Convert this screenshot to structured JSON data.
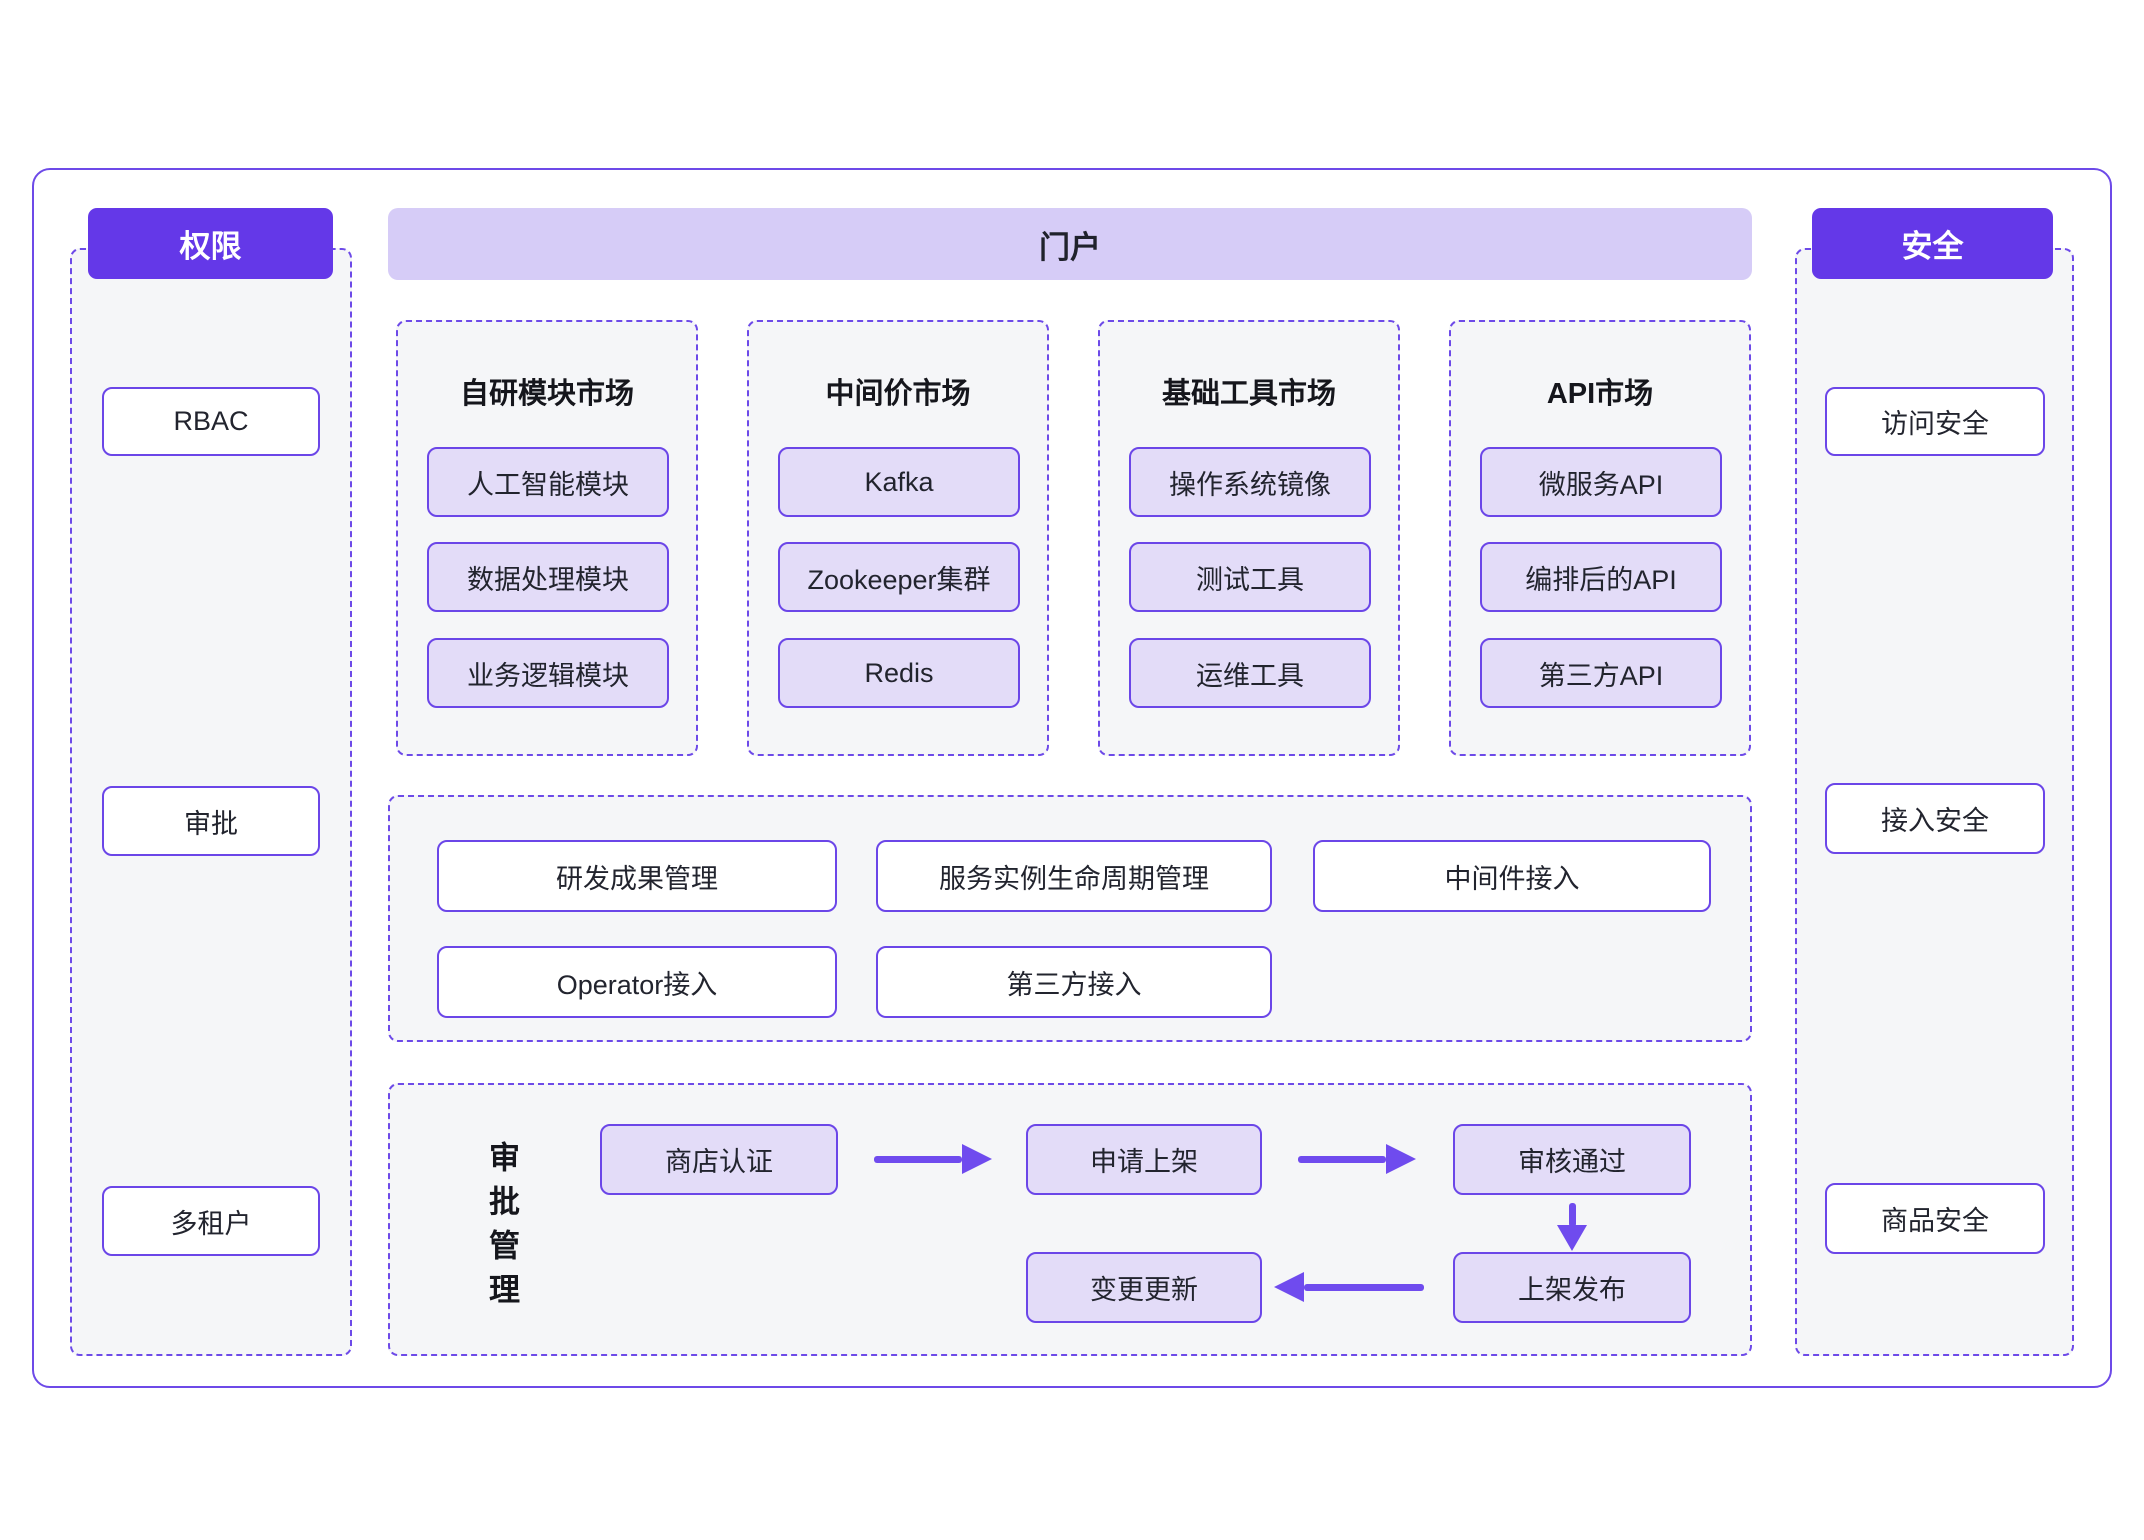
{
  "diagram": {
    "left_panel": {
      "header": "权限",
      "items": [
        "RBAC",
        "审批",
        "多租户"
      ]
    },
    "right_panel": {
      "header": "安全",
      "items": [
        "访问安全",
        "接入安全",
        "商品安全"
      ]
    },
    "portal": {
      "banner": "门户",
      "markets": [
        {
          "title": "自研模块市场",
          "items": [
            "人工智能模块",
            "数据处理模块",
            "业务逻辑模块"
          ]
        },
        {
          "title": "中间价市场",
          "items": [
            "Kafka",
            "Zookeeper集群",
            "Redis"
          ]
        },
        {
          "title": "基础工具市场",
          "items": [
            "操作系统镜像",
            "测试工具",
            "运维工具"
          ]
        },
        {
          "title": "API市场",
          "items": [
            "微服务API",
            "编排后的API",
            "第三方API"
          ]
        }
      ],
      "management_boxes": [
        "研发成果管理",
        "服务实例生命周期管理",
        "中间件接入",
        "Operator接入",
        "第三方接入"
      ],
      "approval": {
        "label": "审批管理",
        "steps": [
          "商店认证",
          "申请上架",
          "审核通过",
          "上架发布",
          "变更更新"
        ]
      }
    },
    "colors": {
      "accent": "#6438e8",
      "arrow": "#6f4bee",
      "box_border": "#6b46e8",
      "banner_bg": "#d6ccf7",
      "item_bg": "#e3dcf8",
      "panel_bg": "#f5f6f8"
    }
  }
}
